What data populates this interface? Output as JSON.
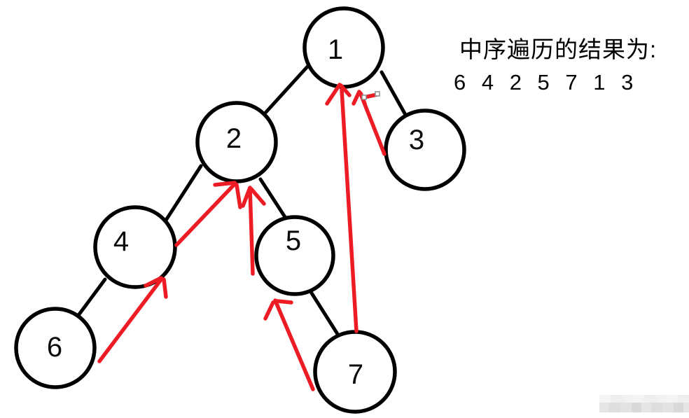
{
  "annotation": {
    "line1": "中序遍历的结果为:",
    "line2": "6 4 2 5 7 1 3"
  },
  "tree": {
    "nodes": [
      {
        "id": "1",
        "label": "1"
      },
      {
        "id": "2",
        "label": "2"
      },
      {
        "id": "3",
        "label": "3"
      },
      {
        "id": "4",
        "label": "4"
      },
      {
        "id": "5",
        "label": "5"
      },
      {
        "id": "6",
        "label": "6"
      },
      {
        "id": "7",
        "label": "7"
      }
    ],
    "edges": [
      {
        "from": "1",
        "to": "2"
      },
      {
        "from": "1",
        "to": "3"
      },
      {
        "from": "2",
        "to": "4"
      },
      {
        "from": "2",
        "to": "5"
      },
      {
        "from": "4",
        "to": "6"
      },
      {
        "from": "5",
        "to": "7"
      }
    ],
    "red_arrows": [
      {
        "from": "6",
        "to": "4"
      },
      {
        "from": "4",
        "to": "2"
      },
      {
        "from": "5",
        "to": "2"
      },
      {
        "from": "7",
        "to": "5"
      },
      {
        "from": "7",
        "to": "1"
      },
      {
        "from": "3",
        "to": "1"
      }
    ],
    "inorder_result": [
      "6",
      "4",
      "2",
      "5",
      "7",
      "1",
      "3"
    ]
  },
  "colors": {
    "arrow_red": "#ed1c24",
    "line_black": "#000000",
    "background": "#ffffff"
  }
}
